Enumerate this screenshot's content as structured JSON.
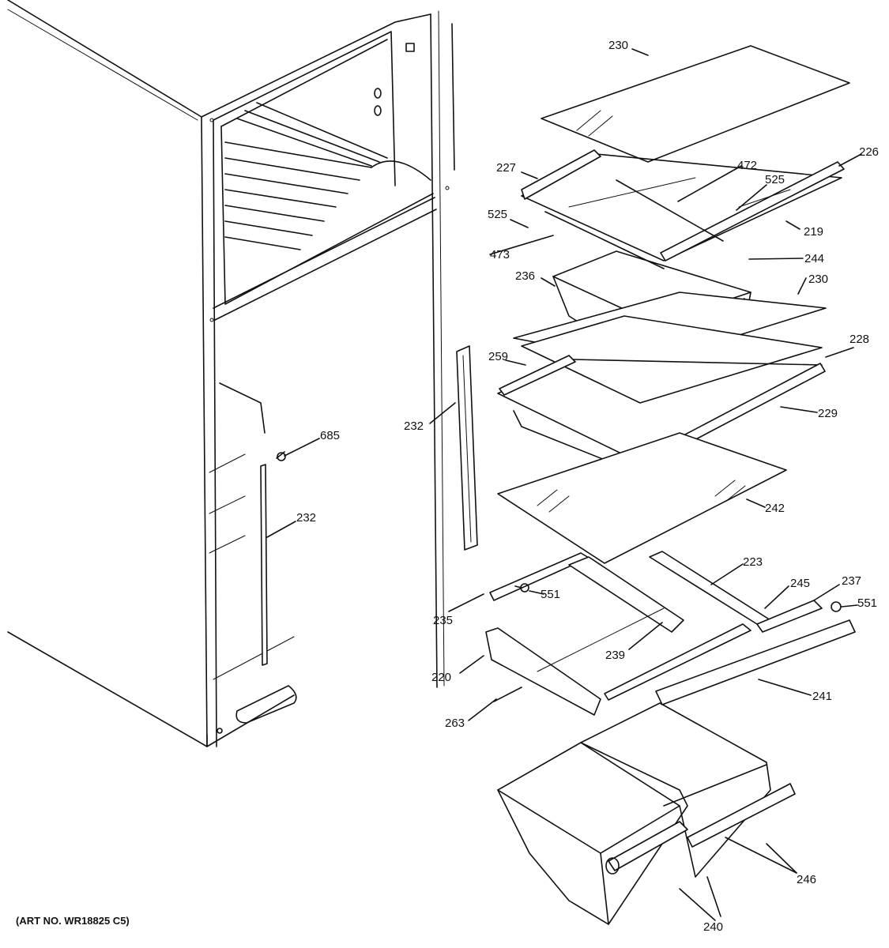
{
  "art_number": "(ART NO. WR18825 C5)",
  "part_labels": {
    "p230_top": "230",
    "p226": "226",
    "p227": "227",
    "p472": "472",
    "p525_right": "525",
    "p525_left": "525",
    "p219": "219",
    "p473": "473",
    "p244": "244",
    "p236": "236",
    "p230_mid": "230",
    "p259": "259",
    "p228": "228",
    "p232_center": "232",
    "p229": "229",
    "p685": "685",
    "p242": "242",
    "p232_left": "232",
    "p223": "223",
    "p245": "245",
    "p237": "237",
    "p551_left": "551",
    "p551_right": "551",
    "p235": "235",
    "p239": "239",
    "p220": "220",
    "p241": "241",
    "p263": "263",
    "p246": "246",
    "p240": "240"
  }
}
